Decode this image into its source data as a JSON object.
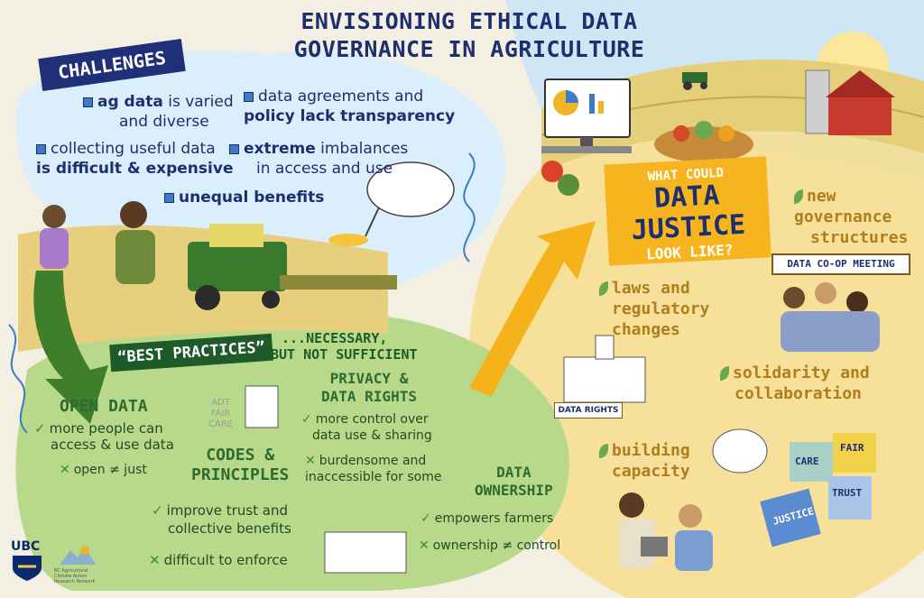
{
  "title_line1": "ENVISIONING ETHICAL DATA",
  "title_line2": "GOVERNANCE IN AGRICULTURE",
  "challenges": {
    "heading": "CHALLENGES",
    "items": [
      {
        "pre": "",
        "bold": "ag data",
        "post": " is varied",
        "line2": "and diverse"
      },
      {
        "pre": "data agreements and",
        "bold": "",
        "post": "",
        "line2": "policy lack transparency"
      },
      {
        "pre": "collecting useful data",
        "bold": "",
        "post": "",
        "line2": "is difficult & expensive"
      },
      {
        "pre": "",
        "bold": "extreme",
        "post": " imbalances",
        "line2": "in access and use"
      },
      {
        "pre": "",
        "bold": "unequal benefits",
        "post": "",
        "line2": ""
      }
    ]
  },
  "best_practices": {
    "banner": "“BEST PRACTICES”",
    "note_line1": "...NECESSARY,",
    "note_line2": "BUT NOT SUFFICIENT"
  },
  "open_data": {
    "heading": "OPEN DATA",
    "pro_line1": "more people can",
    "pro_line2": "access & use data",
    "con": "open ≠ just"
  },
  "codes": {
    "tags": [
      "ADT",
      "FAIR",
      "CARE"
    ],
    "heading_line1": "CODES &",
    "heading_line2": "PRINCIPLES",
    "pro_line1": "improve trust and",
    "pro_line2": "collective benefits",
    "con": "difficult to enforce"
  },
  "privacy": {
    "heading_line1": "PRIVACY &",
    "heading_line2": "DATA RIGHTS",
    "pro_line1": "more control over",
    "pro_line2": "data use & sharing",
    "con_line1": "burdensome and",
    "con_line2": "inaccessible for some"
  },
  "ownership": {
    "heading_line1": "DATA",
    "heading_line2": "OWNERSHIP",
    "pro": "empowers farmers",
    "con": "ownership ≠ control"
  },
  "data_justice": {
    "line1": "WHAT COULD",
    "line2": "DATA JUSTICE",
    "line3": "LOOK LIKE?"
  },
  "right_items": {
    "governance_line1": "new",
    "governance_line2": "governance",
    "governance_line3": "structures",
    "coop_sign": "DATA CO-OP MEETING",
    "laws_line1": "laws and",
    "laws_line2": "regulatory",
    "laws_line3": "changes",
    "data_rights_sign": "DATA RIGHTS",
    "solidarity_line1": "solidarity and",
    "solidarity_line2": "collaboration",
    "capacity_line1": "building",
    "capacity_line2": "capacity"
  },
  "puzzle": [
    "CARE",
    "FAIR",
    "TRUST",
    "JUSTICE"
  ],
  "logos": {
    "ubc": "UBC",
    "bcacr_line1": "BC Agricultural",
    "bcacr_line2": "Climate Action",
    "bcacr_line3": "Research Network"
  },
  "colors": {
    "navy": "#1d2f6e",
    "green_heading": "#2c6b32",
    "gold_heading": "#b07e1c",
    "yellow_box": "#f6b41f"
  }
}
